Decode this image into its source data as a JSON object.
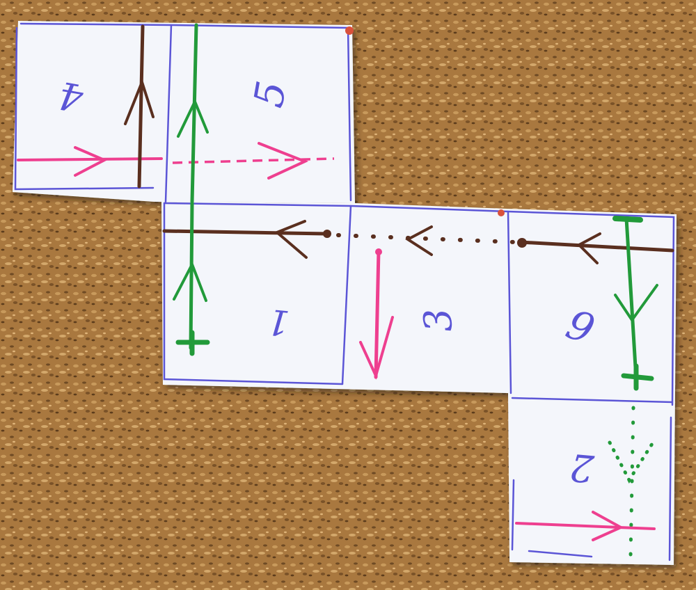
{
  "photo": {
    "background": "cork board",
    "colors": {
      "cork": "#a9783f",
      "paper": "#f4f6fb",
      "grid": "#5b55d6",
      "pink": "#ee3f8f",
      "green": "#229a3a",
      "brown": "#5a2f1f",
      "pin": "#d9513b"
    }
  },
  "squares": [
    {
      "label": "4"
    },
    {
      "label": "5"
    },
    {
      "label": "1"
    },
    {
      "label": "3"
    },
    {
      "label": "6"
    },
    {
      "label": "2"
    }
  ]
}
